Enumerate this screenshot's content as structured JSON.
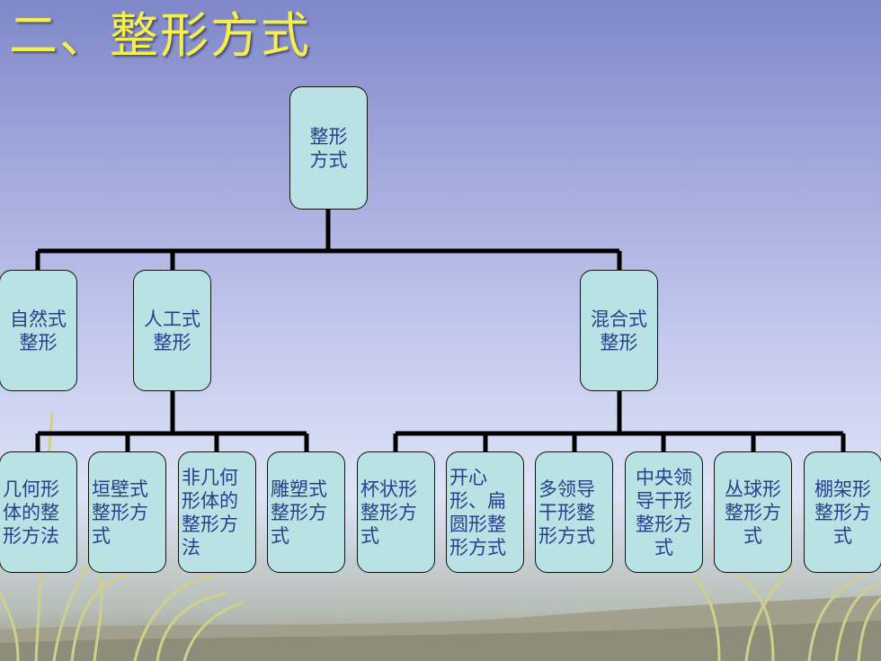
{
  "title": "二、整形方式",
  "root": {
    "label": "整形\n方式"
  },
  "level1": [
    {
      "label": "自然式\n整形"
    },
    {
      "label": "人工式\n整形"
    },
    {
      "label": "混合式\n整形"
    }
  ],
  "level2_artificial": [
    {
      "label": "几何形体的整形方法"
    },
    {
      "label": "垣壁式整形方式"
    },
    {
      "label": "非几何形体的整形方法"
    },
    {
      "label": "雕塑式整形方式"
    }
  ],
  "level2_mixed": [
    {
      "label": "杯状形整形方式"
    },
    {
      "label": "开心形、扁圆形整形方式"
    },
    {
      "label": "多领导干形整形方式"
    },
    {
      "label": "中央领导干形整形方式"
    },
    {
      "label": "丛球形整形方式"
    },
    {
      "label": "棚架形整形方式"
    }
  ],
  "colors": {
    "title": "#f4ef4a",
    "box_fill": "#b8e2e4",
    "box_text": "#2a3f8c",
    "connector": "#000000"
  }
}
